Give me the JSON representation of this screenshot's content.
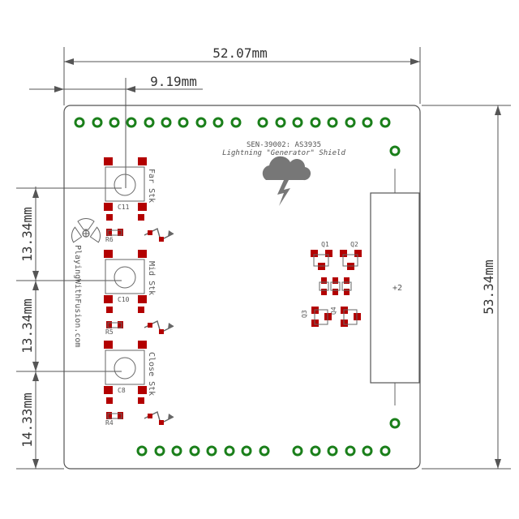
{
  "dimensions": {
    "width": "52.07mm",
    "height": "53.34mm",
    "offset": "9.19mm",
    "spacing_1": "13.34mm",
    "spacing_2": "13.34mm",
    "spacing_3": "14.33mm"
  },
  "board": {
    "title_line1": "SEN-39002: AS3935",
    "title_line2": "Lightning \"Generator\" Shield",
    "website": "PlayingWithFusion.com"
  },
  "buttons": [
    {
      "name": "Far Stk",
      "cap": "C11",
      "res": "R6"
    },
    {
      "name": "Mid Stk",
      "cap": "C10",
      "res": "R5"
    },
    {
      "name": "Close Stk",
      "cap": "C8",
      "res": "R4"
    }
  ],
  "transistors": [
    "Q1",
    "Q2",
    "Q3",
    "Q4"
  ],
  "coil_label": "+2",
  "colors": {
    "pad": "#b30000",
    "via_ring": "#1a7f1a",
    "silkscreen": "#555555"
  },
  "icons": [
    "cloud-lightning-icon",
    "radiation-logo-icon",
    "lightning-bolt-icon"
  ]
}
